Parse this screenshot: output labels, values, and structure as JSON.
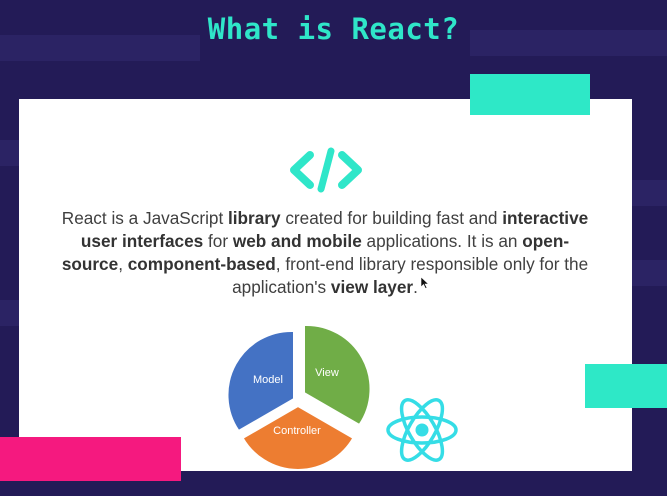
{
  "slide": {
    "title": "What is React?",
    "description": [
      {
        "text": "React is a JavaScript ",
        "bold": false
      },
      {
        "text": "library",
        "bold": true
      },
      {
        "text": " created for building fast and ",
        "bold": false
      },
      {
        "text": "interactive user interfaces",
        "bold": true
      },
      {
        "text": " for ",
        "bold": false
      },
      {
        "text": "web and mobile",
        "bold": true
      },
      {
        "text": " applications. It is an ",
        "bold": false
      },
      {
        "text": "open-source",
        "bold": true
      },
      {
        "text": ", ",
        "bold": false
      },
      {
        "text": "component-based",
        "bold": true
      },
      {
        "text": ", front-end library responsible only for the application's ",
        "bold": false
      },
      {
        "text": "view layer",
        "bold": true
      },
      {
        "text": ".",
        "bold": false
      }
    ],
    "icons": {
      "code": "code-brackets-icon",
      "react": "react-atom-icon",
      "cursor": "mouse-pointer-icon"
    }
  },
  "colors": {
    "background": "#231b57",
    "title": "#2fe6c9",
    "accent_teal": "#2ee8c7",
    "accent_pink": "#f5197f",
    "react_logo": "#35dde6"
  },
  "mvc_diagram": {
    "segments": [
      {
        "label": "Model",
        "color": "#4472c4"
      },
      {
        "label": "View",
        "color": "#70ad47"
      },
      {
        "label": "Controller",
        "color": "#ed7d31"
      }
    ]
  }
}
